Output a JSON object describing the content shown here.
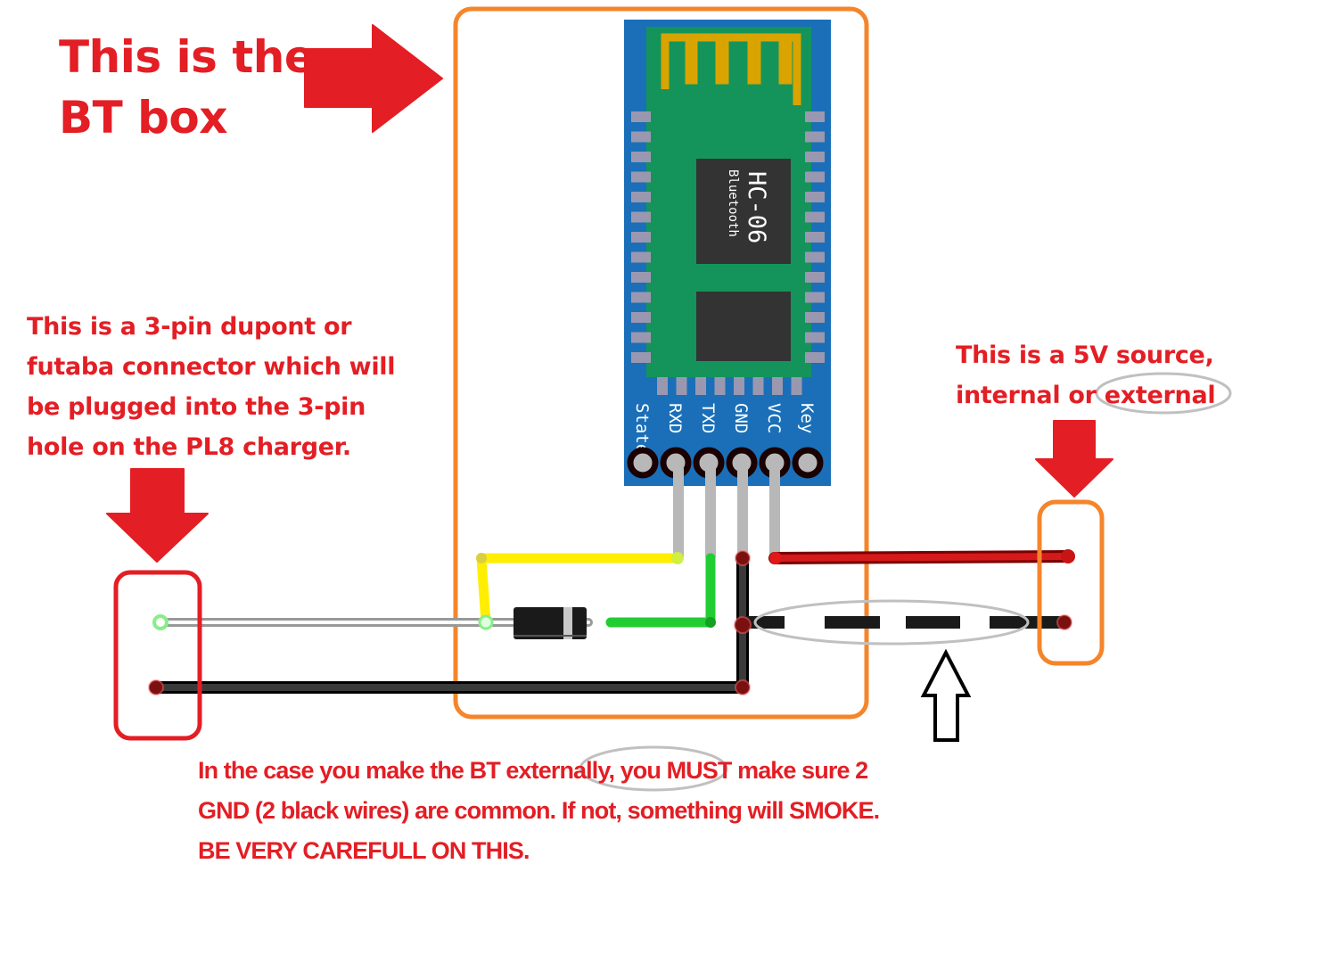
{
  "diagram": {
    "title": "HC-06 Bluetooth module wiring to PL8 charger",
    "annotations": {
      "bt_box": {
        "lines": [
          "This is the",
          "BT box"
        ]
      },
      "connector": {
        "lines": [
          "This is a 3-pin dupont or",
          "futaba connector which will",
          "be plugged into the 3-pin",
          "hole on the PL8 charger."
        ]
      },
      "source": {
        "lines": [
          "This is a 5V source,",
          "internal or external"
        ]
      },
      "warning": {
        "lines": [
          "In the case you make the BT externally, you MUST make sure 2",
          "GND (2 black wires) are common. If not, something will SMOKE.",
          "BE VERY CAREFULL ON THIS."
        ]
      }
    },
    "module": {
      "name": "HC-06",
      "subtitle": "Bluetooth",
      "pins": [
        "State",
        "RXD",
        "TXD",
        "GND",
        "VCC",
        "Key"
      ]
    },
    "wires": [
      {
        "name": "yellow-wire",
        "from": "RXD",
        "to": "signal-node",
        "color": "#ffee00"
      },
      {
        "name": "green-wire",
        "from": "TXD",
        "to": "diode",
        "color": "#22cc33"
      },
      {
        "name": "signal-wire",
        "from": "signal-node",
        "to": "charger-connector-signal",
        "color": "#cccccc"
      },
      {
        "name": "gnd-wire-charger",
        "from": "GND",
        "to": "charger-connector-gnd",
        "color": "#333333"
      },
      {
        "name": "gnd-wire-source",
        "from": "GND",
        "to": "5v-source-gnd",
        "color": "#333333",
        "style": "dashed"
      },
      {
        "name": "vcc-wire",
        "from": "VCC",
        "to": "5v-source-vcc",
        "color": "#d41a1a"
      }
    ],
    "colors": {
      "annotation_red": "#e31e24",
      "highlight_orange": "#f5852a",
      "connector_red": "#e31e24",
      "pcb_blue": "#1a6fb8",
      "pcb_green": "#14945a",
      "antenna_gold": "#d9a400",
      "chip_dark": "#333333",
      "pad_gray": "#9a98b0"
    }
  }
}
